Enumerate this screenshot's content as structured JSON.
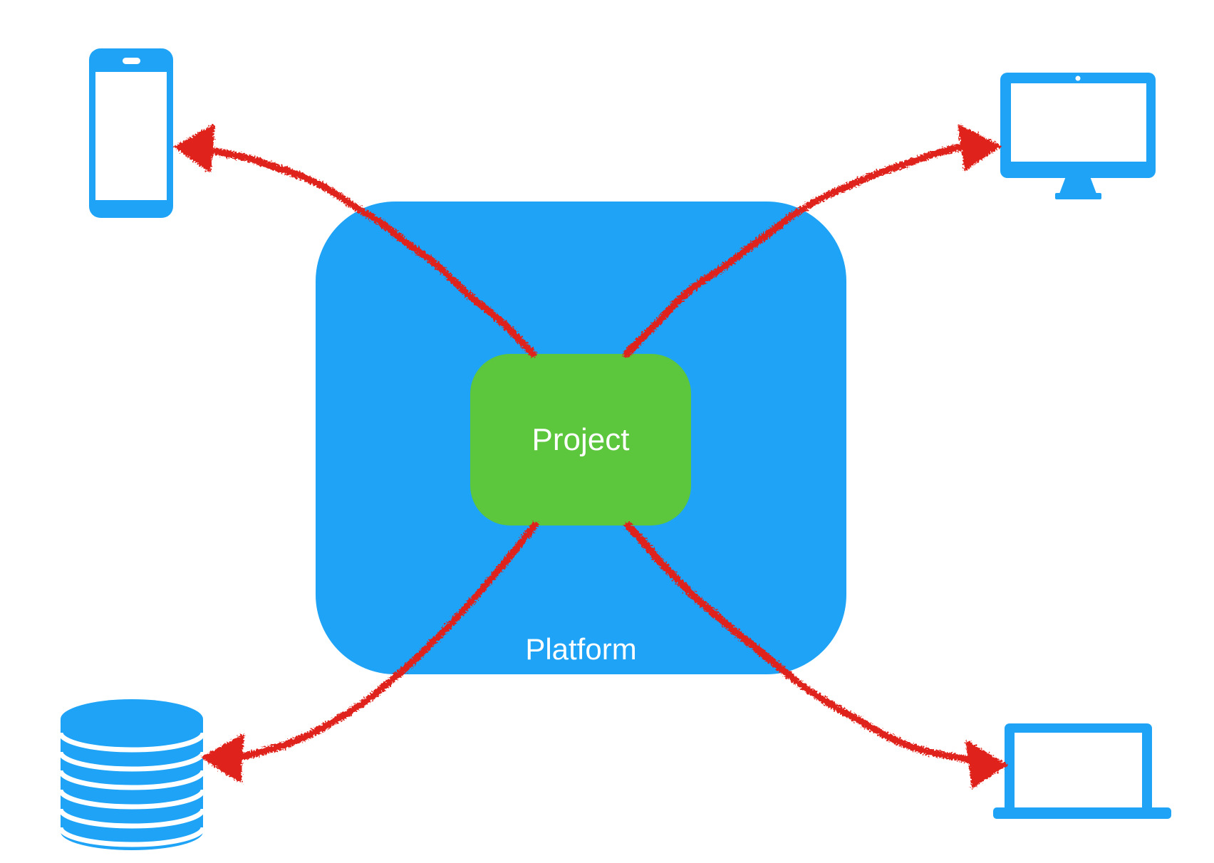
{
  "diagram": {
    "type": "architecture-diagram",
    "background": "#FFFFFF",
    "platform_box": {
      "label": "Platform",
      "fill": "#1EA3F6",
      "text_color": "#FFFFFF"
    },
    "project_box": {
      "label": "Project",
      "fill": "#5CC63D",
      "text_color": "#FFFFFF"
    },
    "arrows": {
      "color": "#E0231A",
      "style": "hand-drawn-crayon",
      "items": [
        {
          "from": "Project",
          "to": "smartphone"
        },
        {
          "from": "Project",
          "to": "desktop-monitor"
        },
        {
          "from": "Project",
          "to": "database"
        },
        {
          "from": "Project",
          "to": "laptop"
        }
      ]
    },
    "devices": {
      "color": "#1EA3F6",
      "items": [
        {
          "icon": "smartphone-icon",
          "position": "top-left"
        },
        {
          "icon": "desktop-monitor-icon",
          "position": "top-right"
        },
        {
          "icon": "database-icon",
          "position": "bottom-left"
        },
        {
          "icon": "laptop-icon",
          "position": "bottom-right"
        }
      ]
    }
  }
}
